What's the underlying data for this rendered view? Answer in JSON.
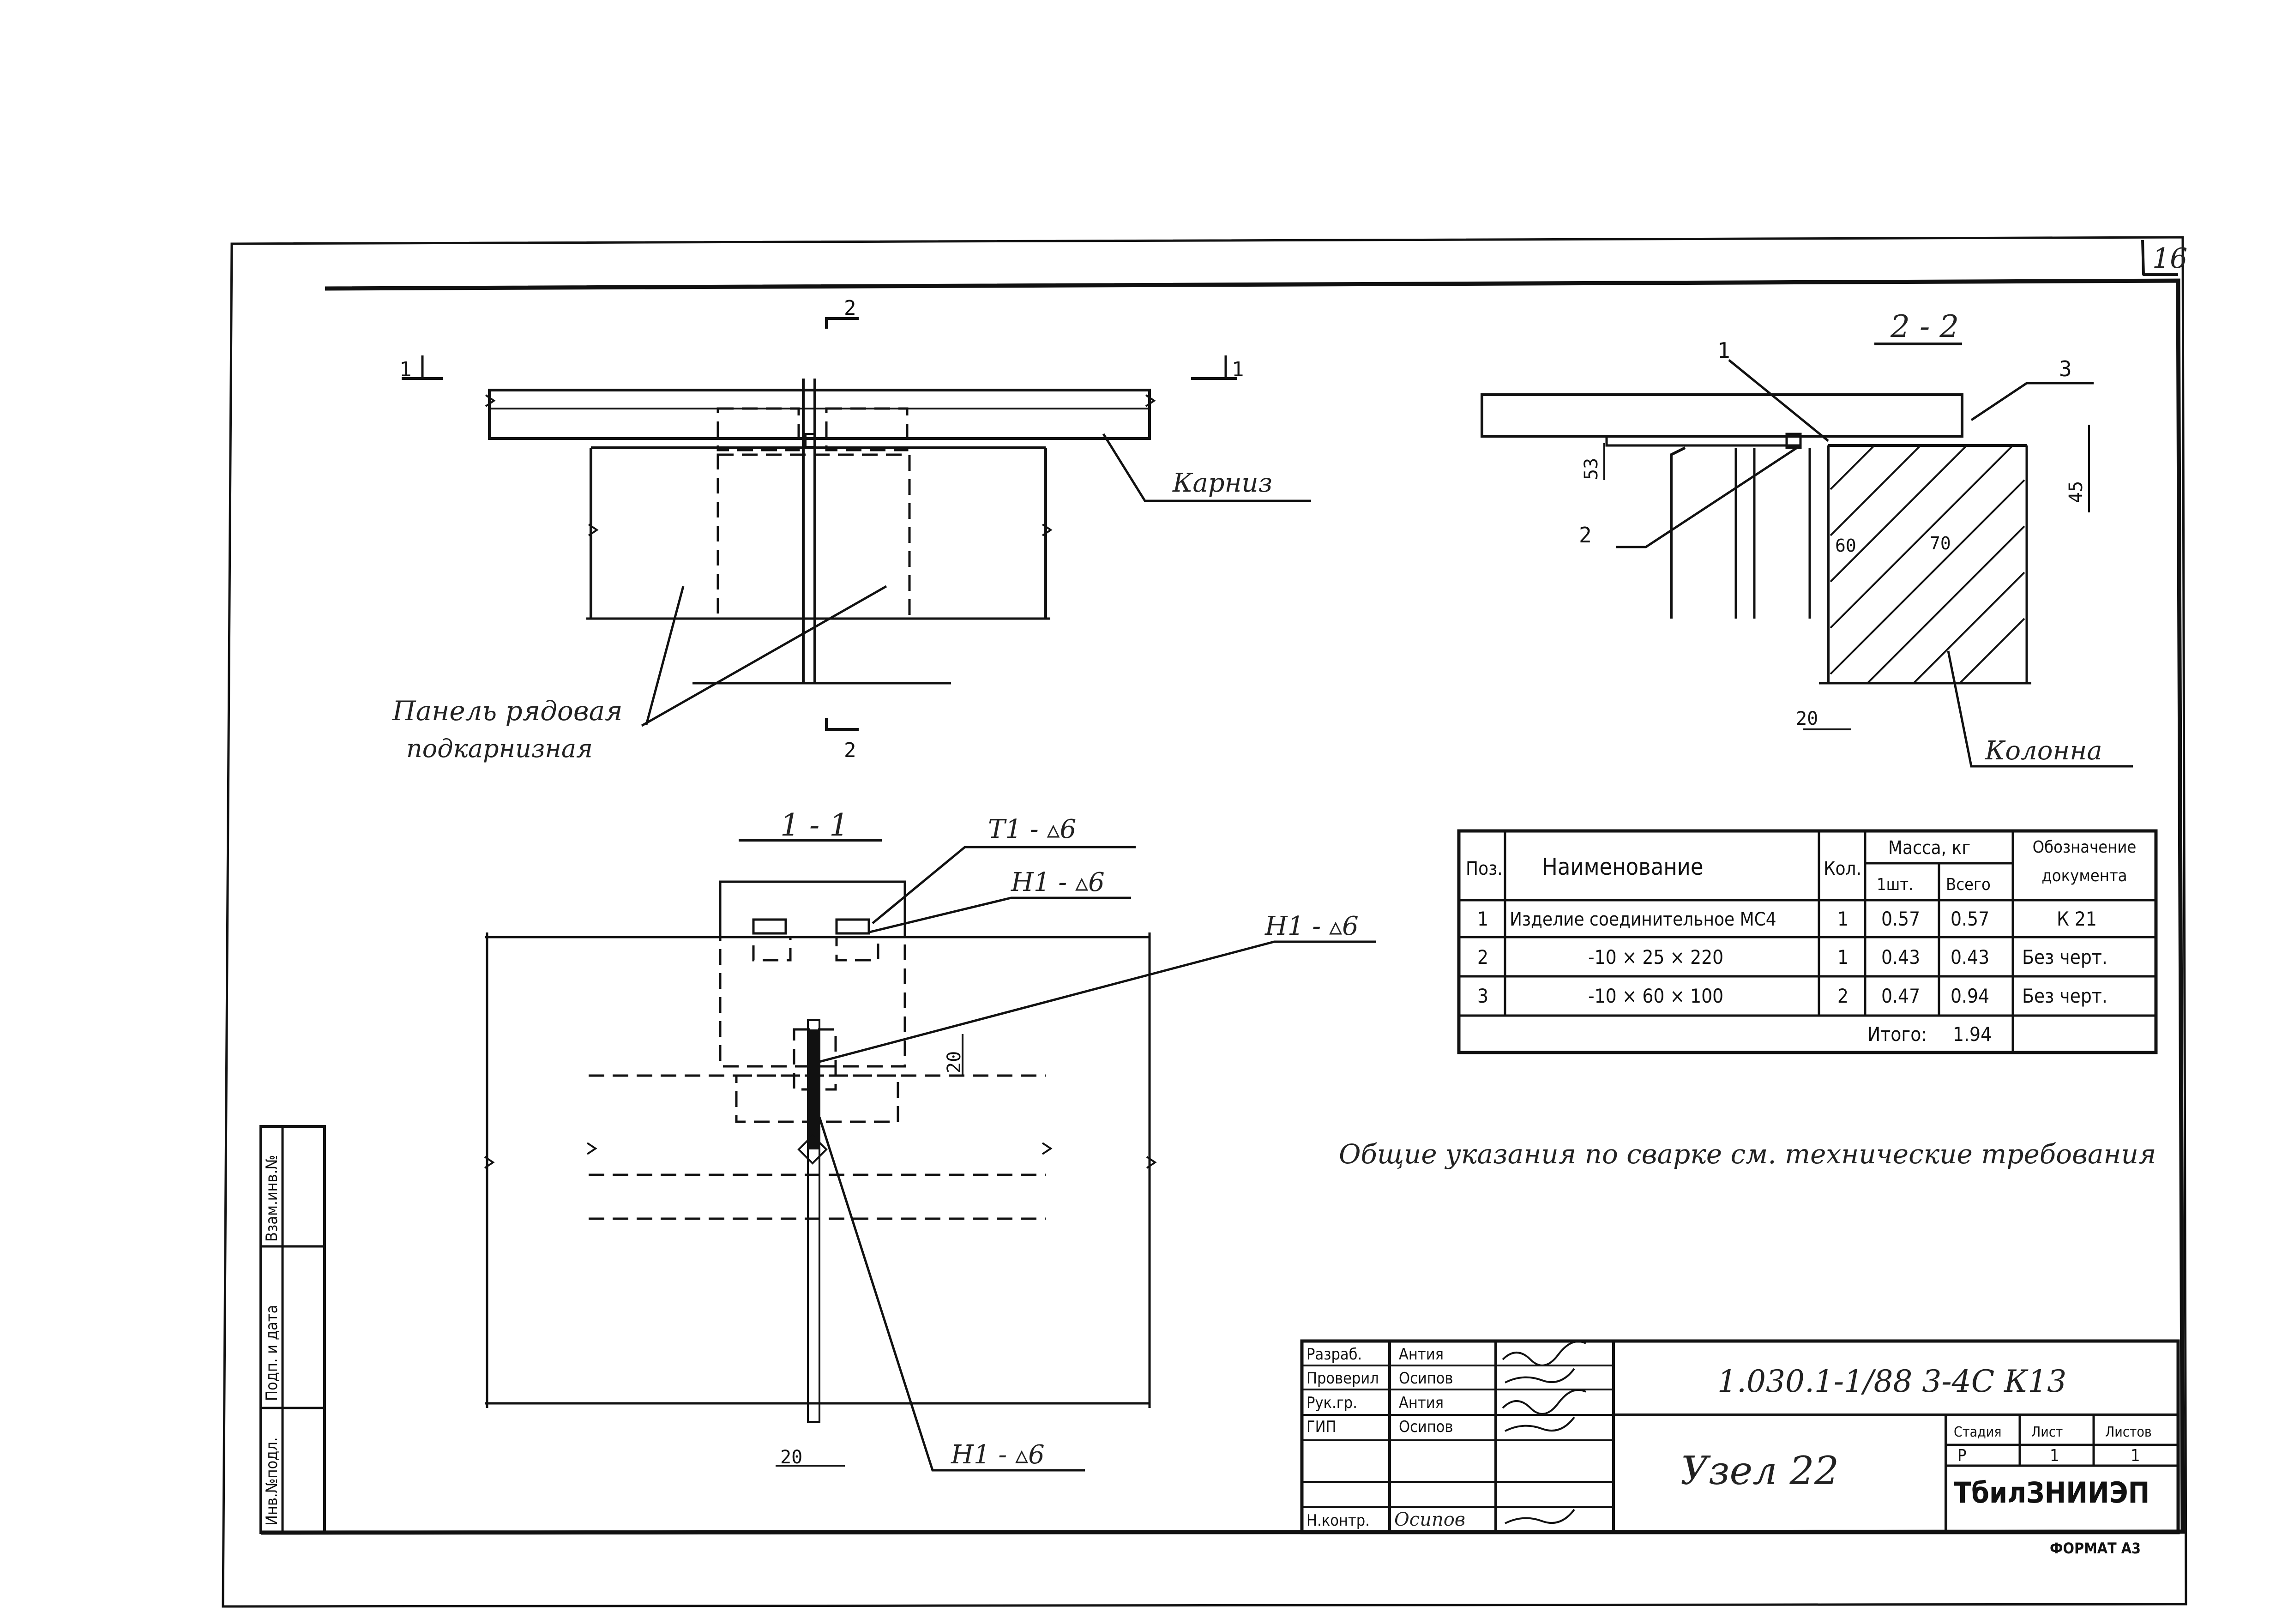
{
  "sheet_no": "16",
  "drawing": {
    "section_2_mark": "2",
    "section_1_mark": "1",
    "label_karniz": "Карниз",
    "label_panel_line1": "Панель рядовая",
    "label_panel_line2": "подкарнизная",
    "section_22_title": "2 - 2",
    "section_11_title": "1 - 1",
    "label_kolonna": "Колонна",
    "pos_1": "1",
    "pos_2": "2",
    "pos_3": "3",
    "dim_53": "53",
    "dim_45": "45",
    "dim_60": "60",
    "dim_70": "70",
    "dim_20_a": "20",
    "dim_20_b": "20",
    "dim_20_c": "20",
    "weld_t1": "Т1 - ▵6",
    "weld_n1_a": "Н1 - ▵6",
    "weld_n1_b": "Н1 - ▵6",
    "weld_n1_c": "Н1 - ▵6"
  },
  "spec_table": {
    "headers": {
      "pos": "Поз.",
      "name": "Наименование",
      "qty": "Кол.",
      "mass": "Масса, кг",
      "mass_one": "1шт.",
      "mass_total": "Всего",
      "doc": "Обозначение документа"
    },
    "rows": [
      {
        "pos": "1",
        "name": "Изделие соединительное МС4",
        "qty": "1",
        "one": "0.57",
        "total": "0.57",
        "doc": "К 21"
      },
      {
        "pos": "2",
        "name": "-10 × 25 × 220",
        "qty": "1",
        "one": "0.43",
        "total": "0.43",
        "doc": "Без черт."
      },
      {
        "pos": "3",
        "name": "-10 × 60 × 100",
        "qty": "2",
        "one": "0.47",
        "total": "0.94",
        "doc": "Без черт."
      }
    ],
    "total_label": "Итого:",
    "total_value": "1.94"
  },
  "note": "Общие указания по сварке см. технические требования",
  "side_stamp": {
    "inv": "Инв.№подл.",
    "sign": "Подп. и дата",
    "vzam": "Взам.инв.№"
  },
  "title_block": {
    "roles": [
      "Разраб.",
      "Проверил",
      "Рук.гр.",
      "ГИП",
      "",
      "",
      "Н.контр."
    ],
    "names": [
      "Антия",
      "Осипов",
      "Антия",
      "Осипов",
      "",
      "",
      "Осипов"
    ],
    "code": "1.030.1-1/88 3-4С К13",
    "title": "Узел 22",
    "stage_label": "Стадия",
    "sheet_label": "Лист",
    "sheets_label": "Листов",
    "stage": "Р",
    "sheet": "1",
    "sheets": "1",
    "org": "ТбилЗНИИЭП"
  },
  "format": "ФОРМАТ А3"
}
